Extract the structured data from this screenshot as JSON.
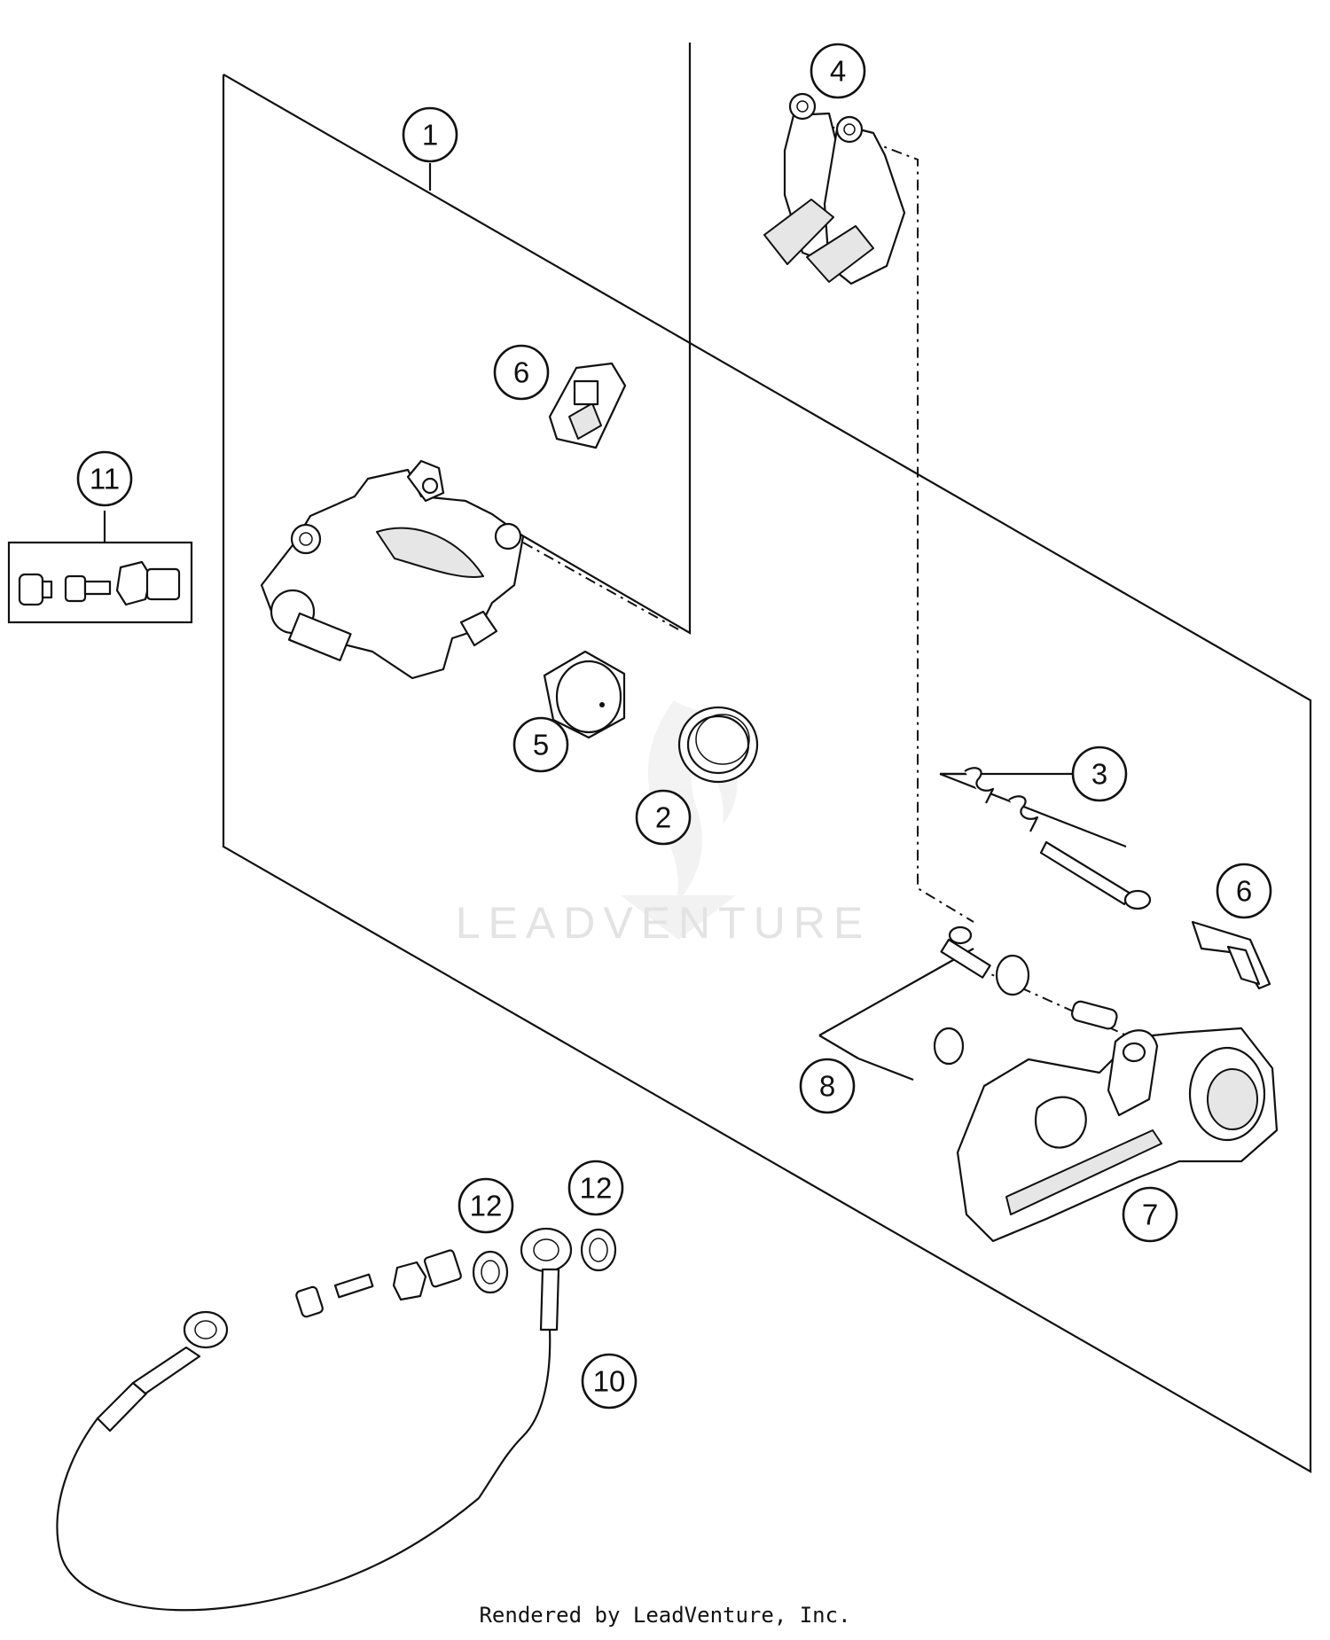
{
  "watermark": {
    "text": "LEADVENTURE"
  },
  "callouts": [
    {
      "id": "1",
      "label": "1"
    },
    {
      "id": "2",
      "label": "2"
    },
    {
      "id": "3",
      "label": "3"
    },
    {
      "id": "4",
      "label": "4"
    },
    {
      "id": "5",
      "label": "5"
    },
    {
      "id": "6a",
      "label": "6"
    },
    {
      "id": "6b",
      "label": "6"
    },
    {
      "id": "7",
      "label": "7"
    },
    {
      "id": "8",
      "label": "8"
    },
    {
      "id": "10",
      "label": "10"
    },
    {
      "id": "11",
      "label": "11"
    },
    {
      "id": "12a",
      "label": "12"
    },
    {
      "id": "12b",
      "label": "12"
    }
  ],
  "footer": {
    "credit": "Rendered by LeadVenture, Inc."
  }
}
